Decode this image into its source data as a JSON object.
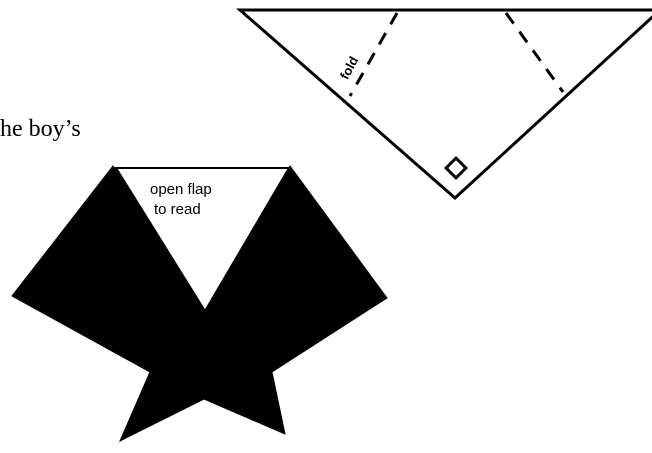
{
  "text": {
    "fragment": "he boy’s"
  },
  "triangle_diagram": {
    "fold_label": "fold"
  },
  "flap_diagram": {
    "label_line1": "open flap",
    "label_line2": "to read"
  },
  "colors": {
    "ink": "#000000",
    "paper": "#ffffff"
  }
}
